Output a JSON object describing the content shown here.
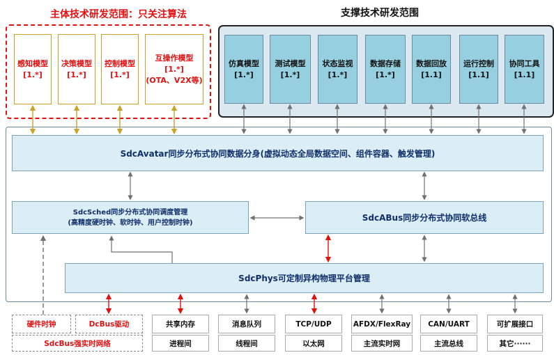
{
  "titles": {
    "main_scope": "主体技术研发范围：只关注算法",
    "support_scope": "支撑技术研发范围"
  },
  "algo_models": [
    {
      "name": "感知模型",
      "version": "[1.*]"
    },
    {
      "name": "决策模型",
      "version": "[1.*]"
    },
    {
      "name": "控制模型",
      "version": "[1.*]"
    },
    {
      "name": "互操作模型",
      "version": "[1.*]",
      "note": "(OTA、V2X等)"
    }
  ],
  "support_tools": [
    {
      "name": "仿真模型",
      "version": "[1.*]"
    },
    {
      "name": "测试模型",
      "version": "[1.*]"
    },
    {
      "name": "状态监视",
      "version": "[1.*]"
    },
    {
      "name": "数据存储",
      "version": "[1.*]"
    },
    {
      "name": "数据回放",
      "version": "[1.1]"
    },
    {
      "name": "运行控制",
      "version": "[1.1]"
    },
    {
      "name": "协同工具",
      "version": "[1.1]"
    }
  ],
  "platform": {
    "avatar": "SdcAvatar同步分布式协同数据分身(虚拟动态全局数据空间、组件容器、触发管理)",
    "sched_title": "SdcSched同步分布式协同调度管理",
    "sched_sub": "(高精度硬时钟、软时钟、用户控制时钟)",
    "abus": "SdcABus同步分布式协同软总线",
    "phys": "SdcPhys可定制异构物理平台管理"
  },
  "hardware": {
    "hw_clock": "硬件时钟",
    "dcbus_driver": "DcBus驱动",
    "sdcbus": "SdcBus强实时网络"
  },
  "interfaces": [
    {
      "top": "共享内存",
      "bottom": "进程间"
    },
    {
      "top": "消息队列",
      "bottom": "线程间"
    },
    {
      "top": "TCP/UDP",
      "bottom": "以太网"
    },
    {
      "top": "AFDX/FlexRay",
      "bottom": "主流实时网"
    },
    {
      "top": "CAN/UART",
      "bottom": "主流总线"
    },
    {
      "top": "可扩展接口",
      "bottom": "其它······"
    }
  ]
}
